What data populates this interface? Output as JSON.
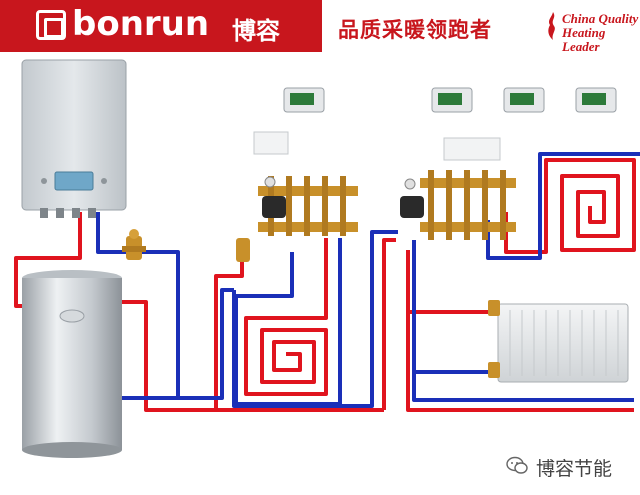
{
  "header": {
    "brand_name": "bonrun",
    "brand_cn": "博容",
    "slogan": "品质采暖领跑者",
    "tagline_line1": "China Quality",
    "tagline_line2": "Heating Leader"
  },
  "watermark": {
    "text": "博容节能"
  },
  "colors": {
    "brand_red": "#c8161d",
    "supply_pipe": "#e0141e",
    "return_pipe": "#1a2fb8",
    "boiler_body": "#cfd4d8",
    "brass": "#c8902a"
  }
}
